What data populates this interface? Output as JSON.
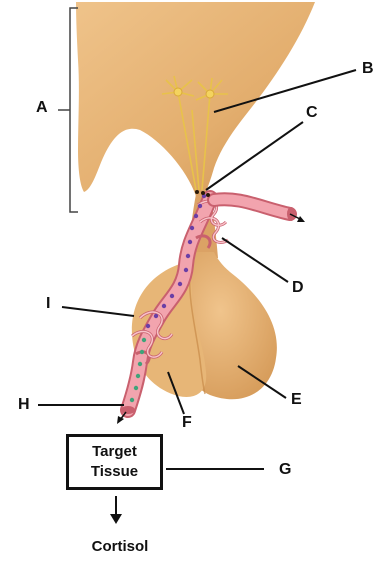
{
  "labels": {
    "A": "A",
    "B": "B",
    "C": "C",
    "D": "D",
    "E": "E",
    "F": "F",
    "G": "G",
    "H": "H",
    "I": "I"
  },
  "target_box": {
    "line1": "Target",
    "line2": "Tissue"
  },
  "output_label": "Cortisol",
  "colors": {
    "tissue": "#e3ae6e",
    "tissue_dark": "#c88a48",
    "vessel": "#f2a4ae",
    "vessel_dark": "#c9606e",
    "neuron": "#f4d35e",
    "dot_purple": "#6a3fa6",
    "dot_green": "#3fa37a",
    "line": "#111111"
  }
}
